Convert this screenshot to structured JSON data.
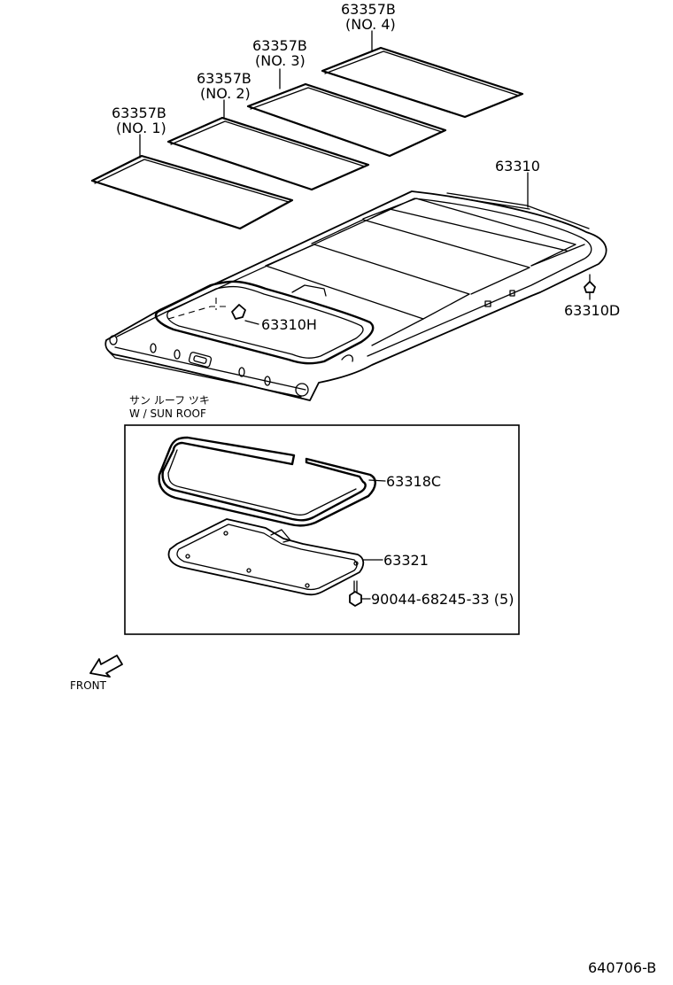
{
  "pads": [
    {
      "part": "63357B",
      "no": "(NO. 1)"
    },
    {
      "part": "63357B",
      "no": "(NO. 2)"
    },
    {
      "part": "63357B",
      "no": "(NO. 3)"
    },
    {
      "part": "63357B",
      "no": "(NO. 4)"
    }
  ],
  "parts": {
    "headliner": "63310",
    "clip": "63310D",
    "holder": "63310H",
    "weatherstrip": "63318C",
    "garnish": "63321",
    "screw": "90044-68245-33 (5)"
  },
  "sunroof": {
    "note_jp": "サン ルーフ ツキ",
    "note_en": "W / SUN ROOF"
  },
  "front_label": "FRONT",
  "figure_code": "640706-B"
}
